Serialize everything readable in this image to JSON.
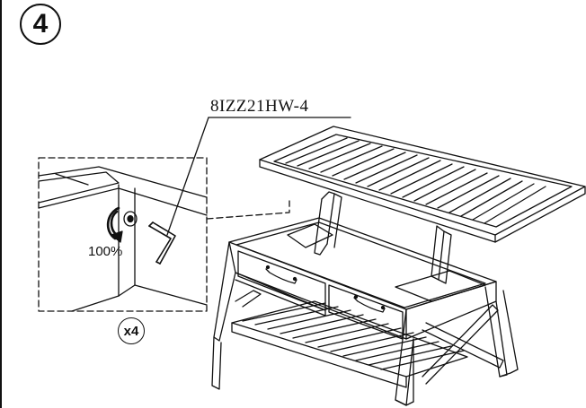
{
  "step": {
    "number": "4"
  },
  "callout": {
    "part_code": "8IZZ21HW-4",
    "torque": "100%",
    "quantity": "x4"
  },
  "icons": [
    "hex-key-icon",
    "rotation-arrow-icon",
    "lift-top-coffee-table-illustration"
  ]
}
